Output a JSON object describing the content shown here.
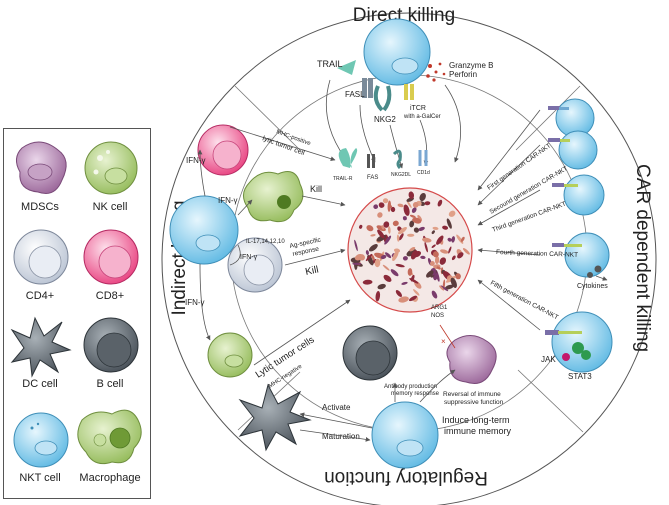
{
  "sections": {
    "top": "Direct killing",
    "left": "Indirect killing",
    "right": "CAR dependent killing",
    "bottom": "Regulatory function"
  },
  "legend": [
    {
      "label": "MDSCs",
      "color": "#a77aa6",
      "icon": "mdsc-cell-icon"
    },
    {
      "label": "NK cell",
      "color": "#b6cf8a",
      "icon": "nk-cell-icon"
    },
    {
      "label": "CD4+",
      "color": "#d8dde8",
      "icon": "cd4-cell-icon"
    },
    {
      "label": "CD8+",
      "color": "#ee5a93",
      "icon": "cd8-cell-icon"
    },
    {
      "label": "DC cell",
      "color": "#5d6a73",
      "icon": "dc-cell-icon"
    },
    {
      "label": "B cell",
      "color": "#6b7279",
      "icon": "b-cell-icon"
    },
    {
      "label": "NKT cell",
      "color": "#7ac7ea",
      "icon": "nkt-cell-icon"
    },
    {
      "label": "Macrophage",
      "color": "#a8c870",
      "icon": "macrophage-icon"
    }
  ],
  "direct": {
    "trail": "TRAIL",
    "granzyme": "Granzyme B",
    "perforin": "Perforin",
    "fasl": "FASL",
    "nkg2": "NKG2",
    "itcr": "iTCR",
    "itcr2": "with a-GalCer",
    "trailr": "TRAIL-R",
    "fas": "FAS",
    "nkg2dl": "NKG2DL",
    "cd1d": "CD1d"
  },
  "indirect": {
    "ifn1": "IFN-γ",
    "ifn2": "IFN-γ",
    "ifn3": "IFN-γ",
    "ifn4": "IFN-γ",
    "kill1": "Kill",
    "kill2": "Kill",
    "mhc_pos1": "MHC-positive",
    "mhc_pos2": "lytic tumor cell",
    "il": "IL-17,14,12,10",
    "ag1": "Ag-specific",
    "ag2": "response",
    "lytic": "Lytic tumor cells",
    "mhc_neg": "MHC-negative"
  },
  "car": {
    "gen1": "First generation CAR-NKT",
    "gen2": "Secound generation CAR-NKT",
    "gen3": "Third generation CAR-NKT",
    "gen4": "Fourth generation CAR-NKT",
    "gen5": "Fifth generation CAR-NKT",
    "cytokines": "Cytokines",
    "jak": "JAK",
    "stat3": "STAT3"
  },
  "regulatory": {
    "arg1": "ARG1",
    "nos": "NOS",
    "antibody1": "Antibody production",
    "antibody2": "memory response",
    "reversal1": "Reversal of immune",
    "reversal2": "suppressive function",
    "activate": "Activate",
    "maturation": "Maturation",
    "induce1": "Induce long-term",
    "induce2": "immune memory"
  }
}
